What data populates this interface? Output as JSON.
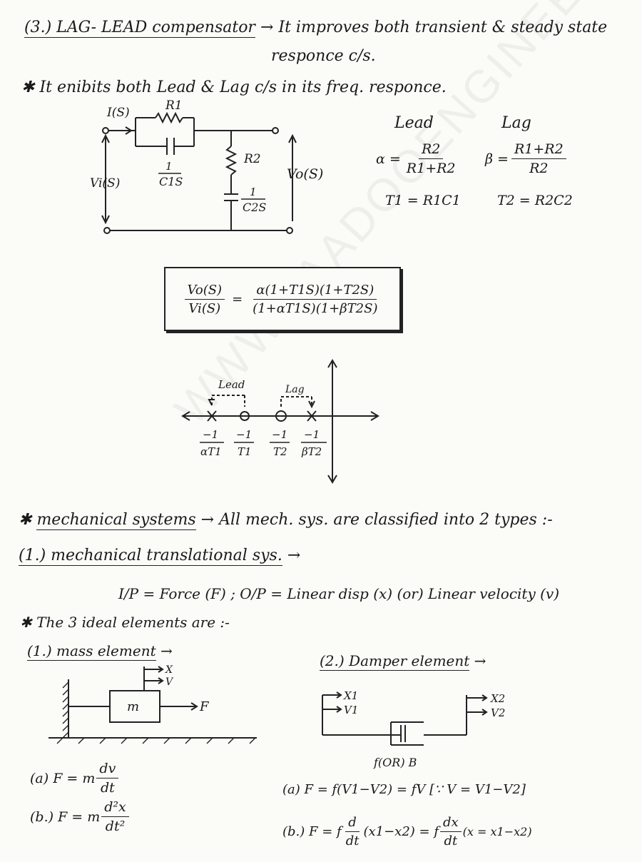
{
  "watermark": "WWW.FAADOOENGINEERS.COM",
  "lag_lead": {
    "heading": "(3.) LAG- LEAD compensator",
    "heading_desc": "It improves both transient & steady state",
    "heading_desc2": "responce c/s.",
    "exhibits": "It enibits both Lead & Lag c/s in its freq. responce.",
    "circuit": {
      "current": "I(S)",
      "r1": "R1",
      "c1_num": "1",
      "c1_den": "C1S",
      "r2": "R2",
      "c2_num": "1",
      "c2_den": "C2S",
      "vin": "Vi(S)",
      "vout": "Vo(S)"
    },
    "lead": {
      "title": "Lead",
      "alpha_lhs": "α =",
      "alpha_num": "R2",
      "alpha_den": "R1+R2",
      "t1": "T1 = R1C1"
    },
    "lag": {
      "title": "Lag",
      "beta_lhs": "β =",
      "beta_num": "R1+R2",
      "beta_den": "R2",
      "t2": "T2 = R2C2"
    },
    "transfer": {
      "lhs_num": "Vo(S)",
      "lhs_den": "Vi(S)",
      "eq": "=",
      "rhs_num": "α(1+T1S)(1+T2S)",
      "rhs_den": "(1+αT1S)(1+βT2S)"
    },
    "pole_zero": {
      "lead_label": "Lead",
      "lag_label": "Lag",
      "points": [
        {
          "num": "−1",
          "den": "αT1"
        },
        {
          "num": "−1",
          "den": "T1"
        },
        {
          "num": "−1",
          "den": "T2"
        },
        {
          "num": "−1",
          "den": "βT2"
        }
      ]
    }
  },
  "mechanical": {
    "heading": "mechanical systems",
    "heading_desc": "All mech. sys. are classified into 2 types :-",
    "sub_heading": "(1.) mechanical translational sys.",
    "io": "I/P = Force (F)   ;  O/P = Linear disp (x) (or) Linear velocity (v)",
    "ideal_elements": "The 3 ideal elements are :-",
    "mass": {
      "title": "(1.) mass element",
      "x": "X",
      "v": "V",
      "m": "m",
      "f": "F",
      "eq_a_lhs": "(a) F = m",
      "eq_a_num": "dv",
      "eq_a_den": "dt",
      "eq_b_lhs": "(b.) F = m",
      "eq_b_num": "d²x",
      "eq_b_den": "dt²"
    },
    "damper": {
      "title": "(2.) Damper element",
      "x1": "X1",
      "v1": "V1",
      "x2": "X2",
      "v2": "V2",
      "label": "f(OR) B",
      "eq_a": "(a) F = f(V1−V2)  = fV  [∵ V = V1−V2]",
      "eq_b_lhs": "(b.) F = f",
      "eq_b_num": "d",
      "eq_b_den": "dt",
      "eq_b_mid": "(x1−x2) = f",
      "eq_b_num2": "dx",
      "eq_b_den2": "dt",
      "eq_b_rhs": "(x = x1−x2)"
    }
  }
}
